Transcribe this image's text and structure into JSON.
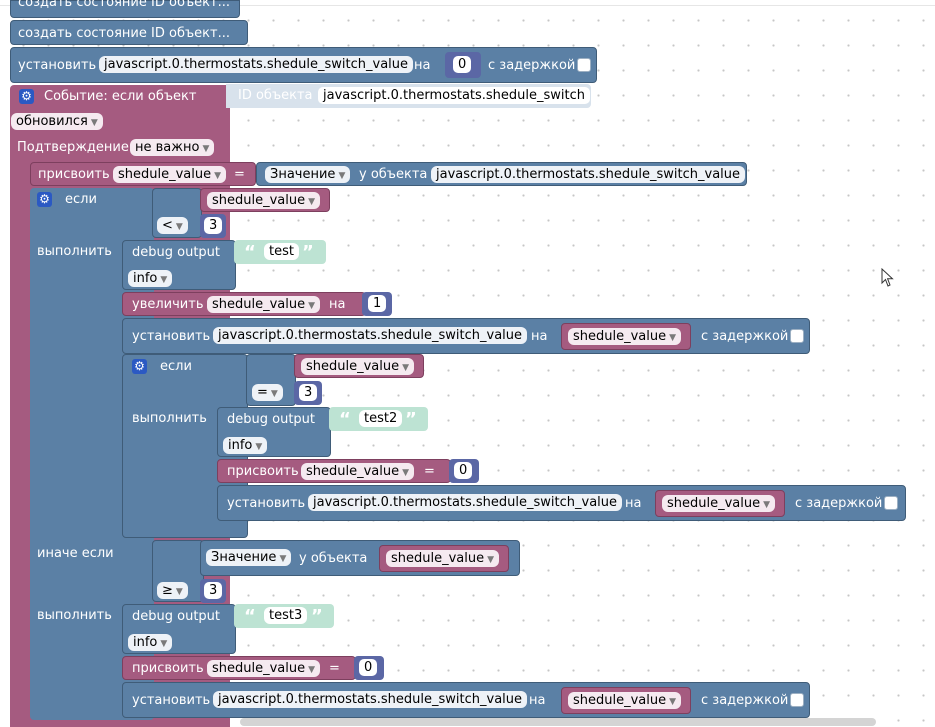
{
  "top_blocks": {
    "create_state_1": "создать состояние ID объект...",
    "create_state_2": "создать состояние ID объект..."
  },
  "set1": {
    "label": "установить",
    "oid": "javascript.0.thermostats.shedule_switch_value",
    "on": "на",
    "value": "0",
    "delay": "с задержкой"
  },
  "event": {
    "label": "Событие: если объект",
    "id_label": "ID объекта",
    "id_value": "javascript.0.thermostats.shedule_switch",
    "trigger": "обновился",
    "ack_label": "Подтверждение",
    "ack_value": "не важно"
  },
  "assign1": {
    "label": "присвоить",
    "var": "shedule_value",
    "eq": "=",
    "attr": "Значение",
    "of_object": "у объекта",
    "oid": "javascript.0.thermostats.shedule_switch_value"
  },
  "if1": {
    "if_label": "если",
    "do_label": "выполнить",
    "var": "shedule_value",
    "op": "<",
    "num": "3",
    "debug_label": "debug output",
    "debug_text": "test",
    "debug_level": "info",
    "inc_label": "увеличить",
    "inc_var": "shedule_value",
    "inc_on": "на",
    "inc_num": "1",
    "set_label": "установить",
    "set_oid": "javascript.0.thermostats.shedule_switch_value",
    "set_on": "на",
    "set_var": "shedule_value",
    "set_delay": "с задержкой"
  },
  "if2": {
    "if_label": "если",
    "do_label": "выполнить",
    "var": "shedule_value",
    "op": "=",
    "num": "3",
    "debug_label": "debug output",
    "debug_text": "test2",
    "debug_level": "info",
    "assign_label": "присвоить",
    "assign_var": "shedule_value",
    "assign_eq": "=",
    "assign_num": "0",
    "set_label": "установить",
    "set_oid": "javascript.0.thermostats.shedule_switch_value",
    "set_on": "на",
    "set_var": "shedule_value",
    "set_delay": "с задержкой"
  },
  "elseif": {
    "label": "иначе если",
    "do_label": "выполнить",
    "attr": "Значение",
    "of_object": "у объекта",
    "var": "shedule_value",
    "op": "≥",
    "num": "3",
    "debug_label": "debug output",
    "debug_text": "test3",
    "debug_level": "info",
    "assign_label": "присвоить",
    "assign_var": "shedule_value",
    "assign_eq": "=",
    "assign_num": "0",
    "set_label": "установить",
    "set_oid": "javascript.0.thermostats.shedule_switch_value",
    "set_on": "на",
    "set_var": "shedule_value",
    "set_delay": "с задержкой"
  },
  "colors": {
    "blue_block": "#5b80a5",
    "magenta_block": "#a55b80",
    "math_block": "#5b67a5",
    "text_block": "#bde3d3"
  }
}
